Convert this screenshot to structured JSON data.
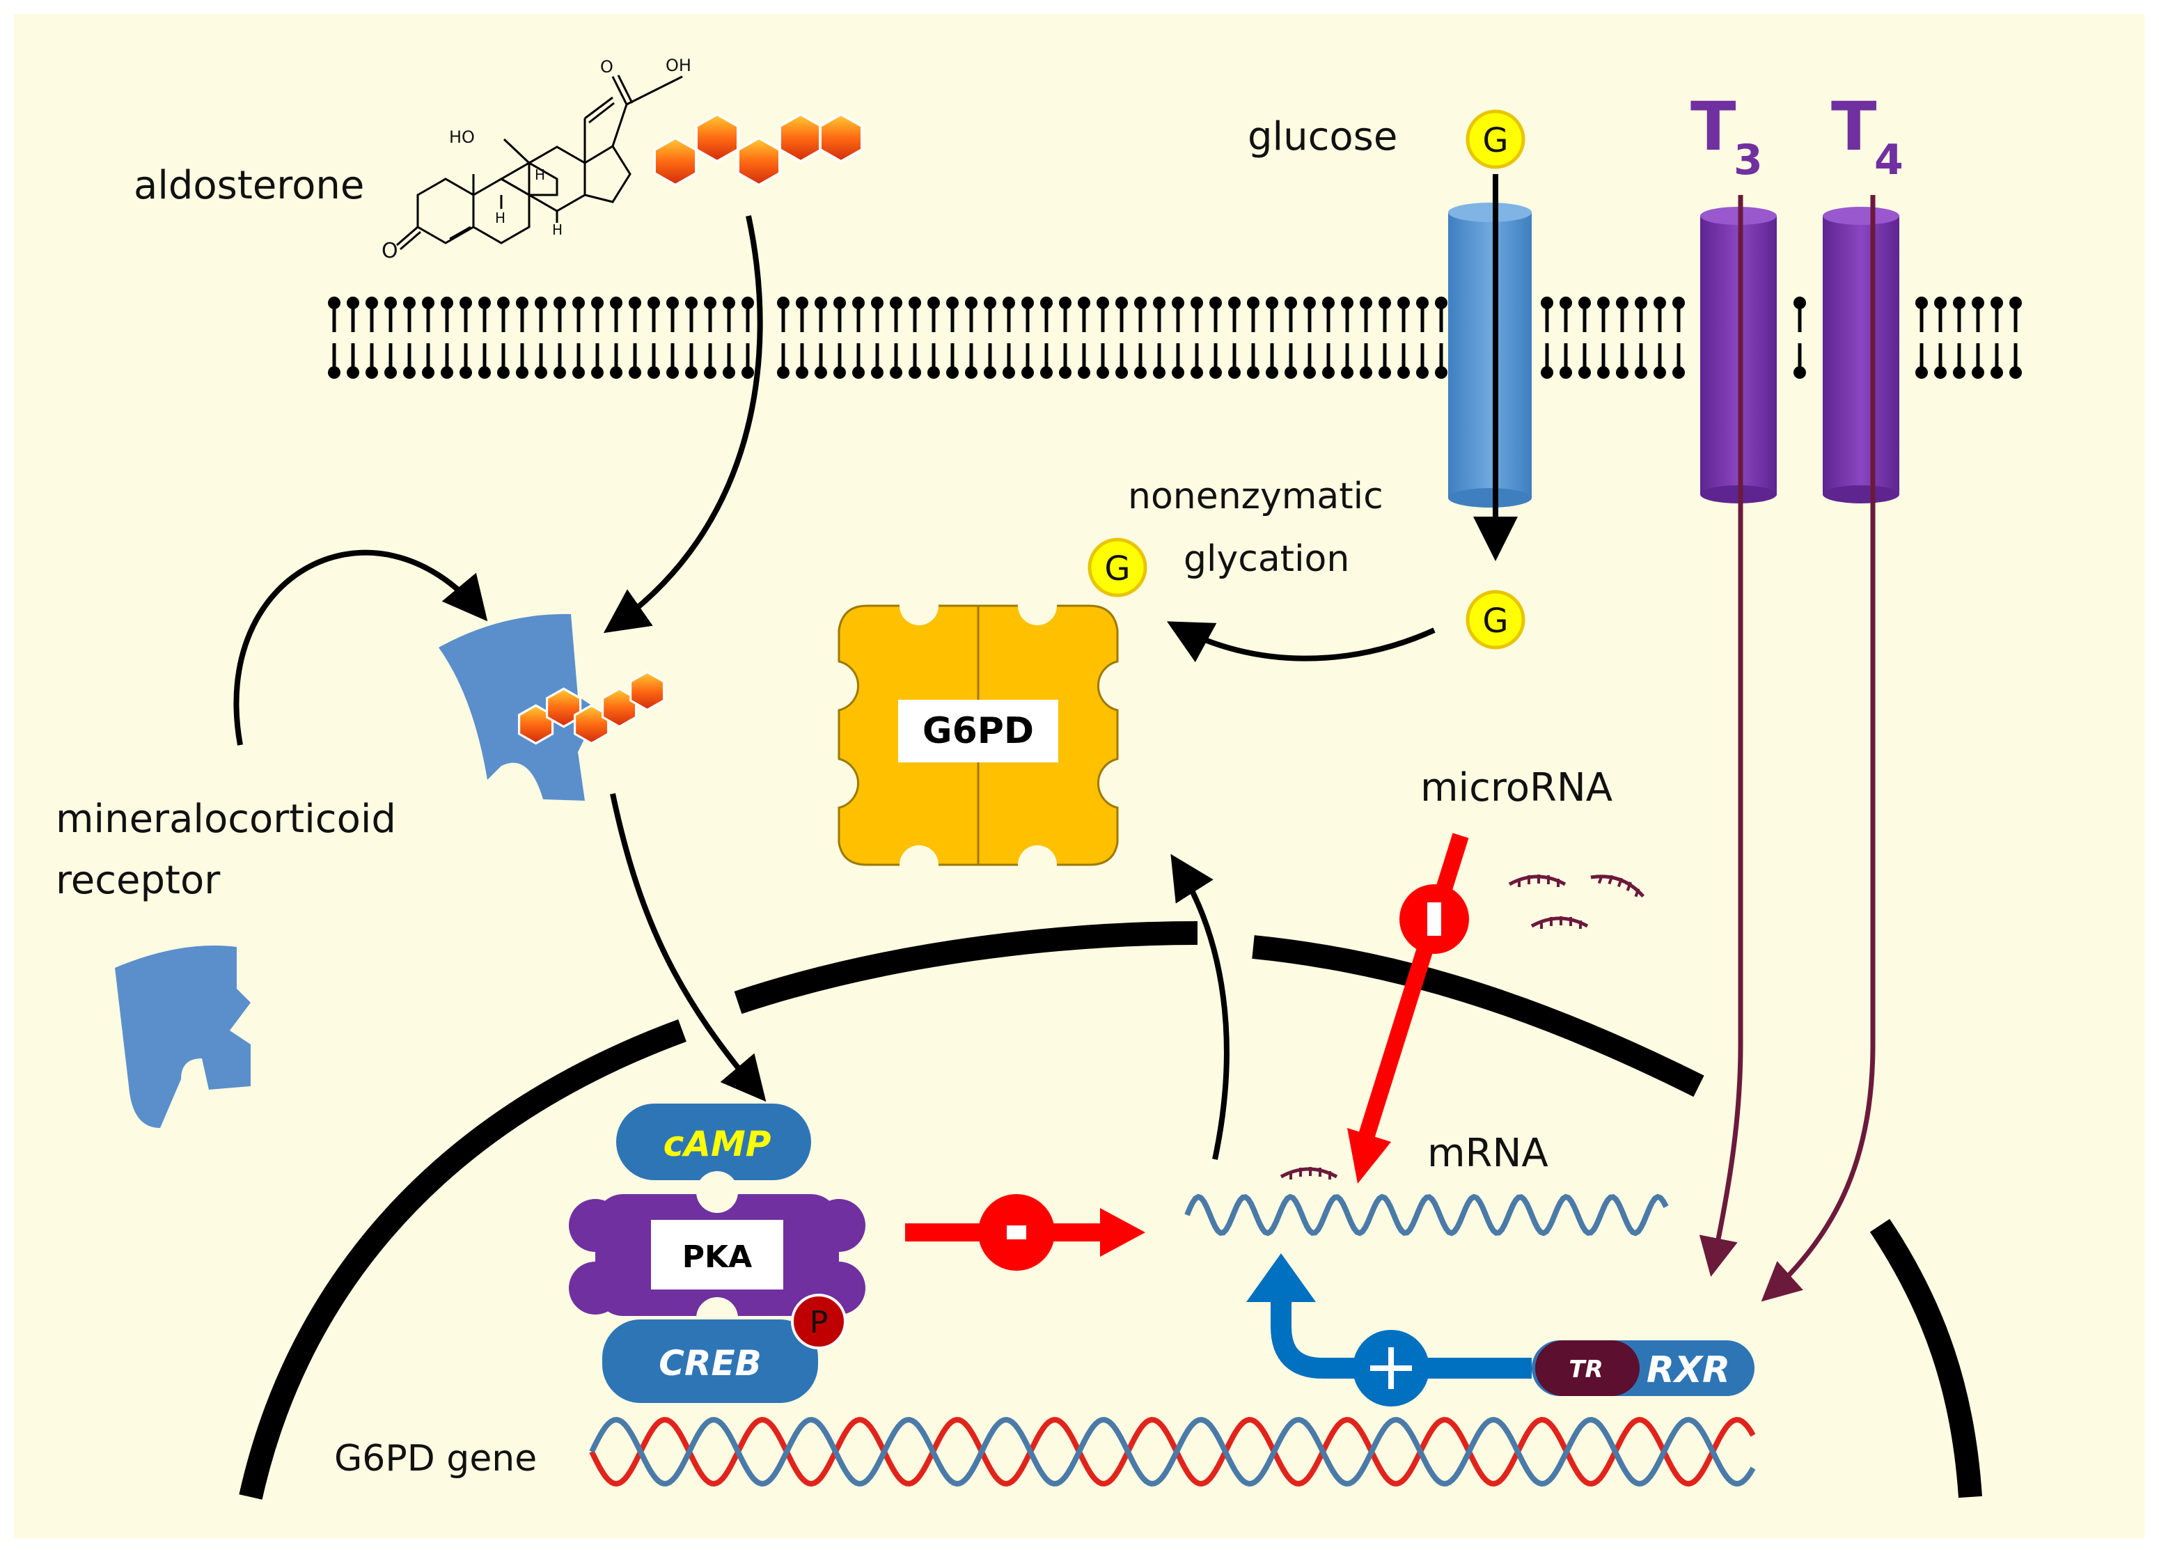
{
  "labels": {
    "aldosterone": "aldosterone",
    "glucose": "glucose",
    "nonenzymatic": "nonenzymatic",
    "glycation": "glycation",
    "mineralocorticoid": "mineralocorticoid",
    "receptor": "receptor",
    "microRNA": "microRNA",
    "mRNA": "mRNA",
    "g6pd_gene": "G6PD gene",
    "g6pd_protein": "G6PD",
    "camp": "cAMP",
    "pka": "PKA",
    "creb": "CREB",
    "phospho": "P",
    "tr": "TR",
    "rxr": "RXR",
    "glucose_symbol": "G",
    "t3_main": "T",
    "t3_sub": "3",
    "t4_main": "T",
    "t4_sub": "4",
    "minus": "-",
    "plus": "+",
    "steroid_oh": "OH",
    "steroid_ho": "HO",
    "steroid_h": "H",
    "steroid_o": "O"
  },
  "colors": {
    "background": "#fdfbe2",
    "receptor_blue": "#5a8fcc",
    "channel_blue": "#5b9bd5",
    "thyroid_purple": "#7030a0",
    "thyroid_arrow": "#6b1a3c",
    "inhibit_red": "#ff0000",
    "g6pd_yellow": "#ffc000",
    "glucose_yellow": "#ffff00",
    "creb_blue": "#2e75b6",
    "camp_text": "#ffff00",
    "mrna_blue": "#4a7aa8",
    "dna_red": "#e0241c",
    "dna_blue": "#4a7aa8",
    "tr_maroon": "#5c0f2e",
    "activate_blue": "#0070c0"
  },
  "icons": [
    "steroid-structure-icon",
    "hormone-hexagon-icon",
    "lipid-bilayer-icon",
    "glucose-channel-icon",
    "thyroid-transporter-icon",
    "mineralocorticoid-receptor-icon",
    "g6pd-enzyme-icon",
    "microrna-icon",
    "nucleus-envelope-icon",
    "dna-helix-icon"
  ]
}
